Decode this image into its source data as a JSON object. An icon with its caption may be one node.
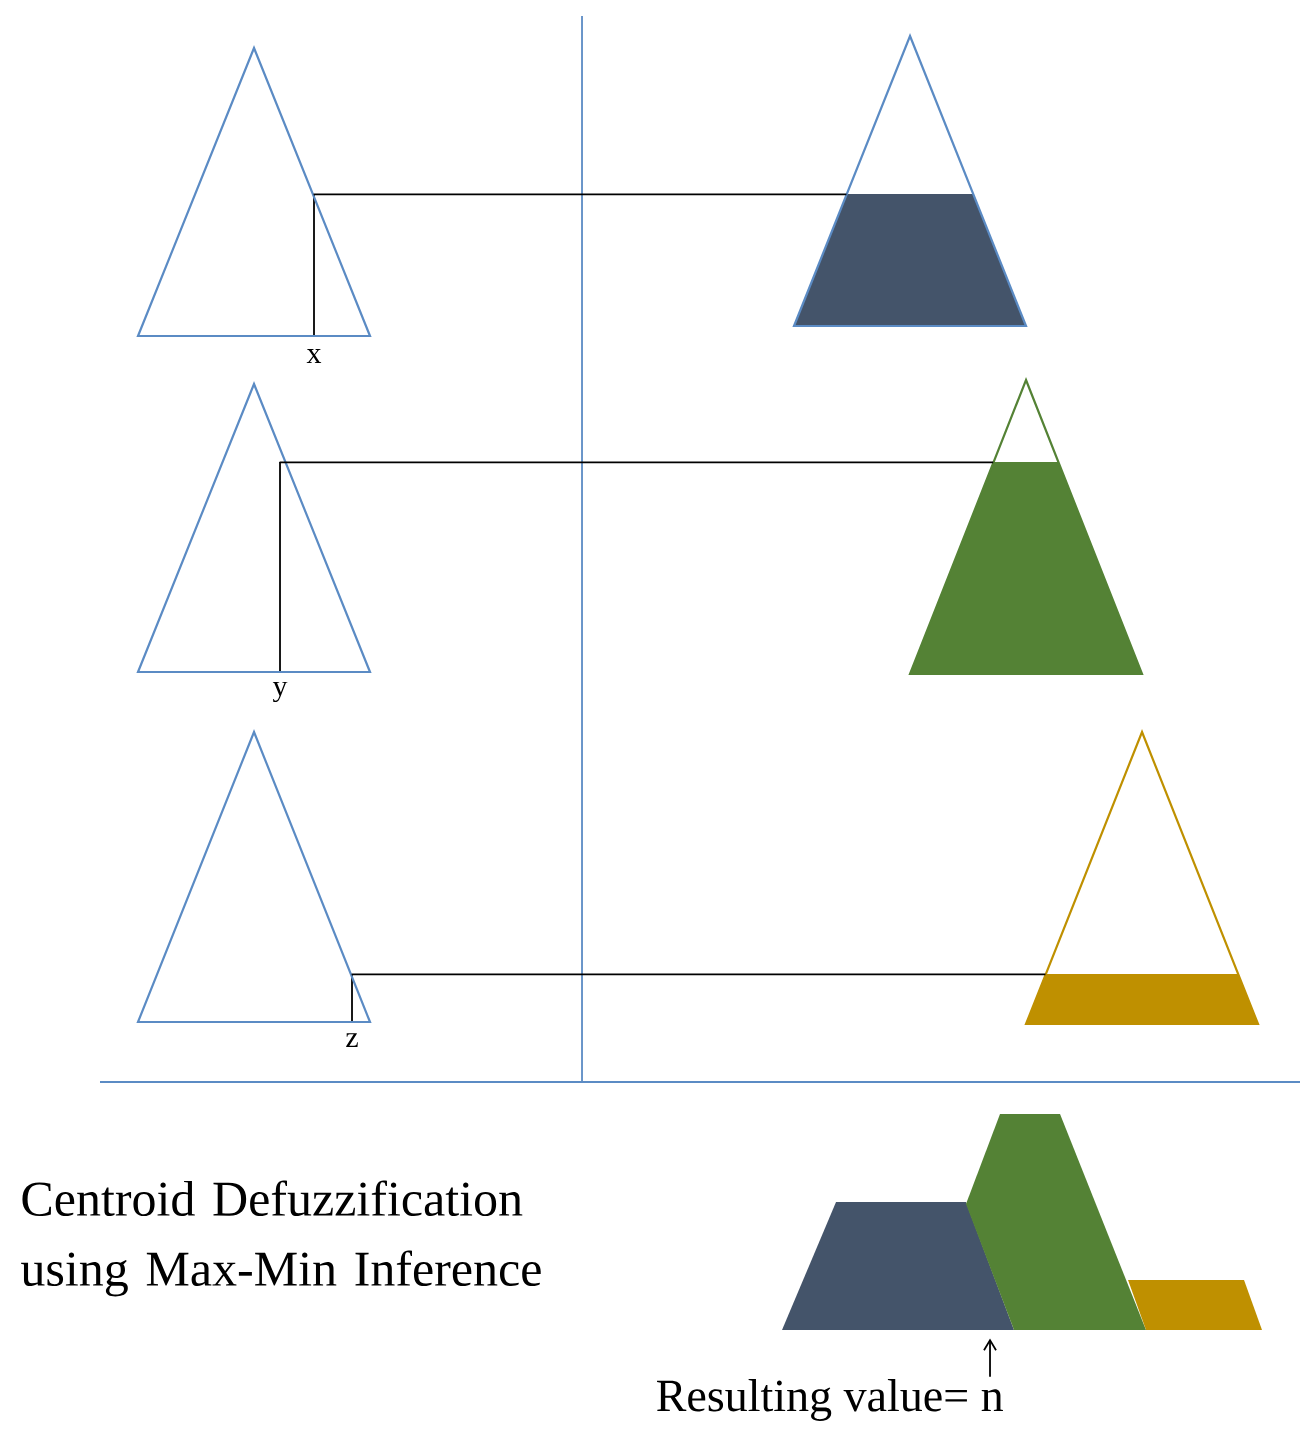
{
  "diagram": {
    "nodes": [
      {
        "text": [],
        "shape": "triangle"
      },
      {
        "text": [],
        "shape": "triangle"
      },
      {
        "text": [],
        "shape": "triangle"
      },
      {
        "text": [],
        "shape": "triangle"
      },
      {
        "text": [],
        "shape": "triangle"
      },
      {
        "text": [],
        "shape": "triangle"
      },
      {
        "text": [],
        "shape": "picture"
      },
      {
        "text": [
          "Resulting value= n"
        ]
      }
    ],
    "edges": [
      {
        "from": 0,
        "to": 1,
        "arrow": "none"
      },
      {
        "from": 2,
        "to": 3,
        "arrow": "none"
      },
      {
        "from": 4,
        "to": 5,
        "arrow": "none"
      },
      {
        "from": 7,
        "to": 6,
        "arrow": "to"
      }
    ],
    "labels": [
      "x",
      "y",
      "z",
      "Centroid Defuzzification using Max-Min Inference"
    ]
  }
}
